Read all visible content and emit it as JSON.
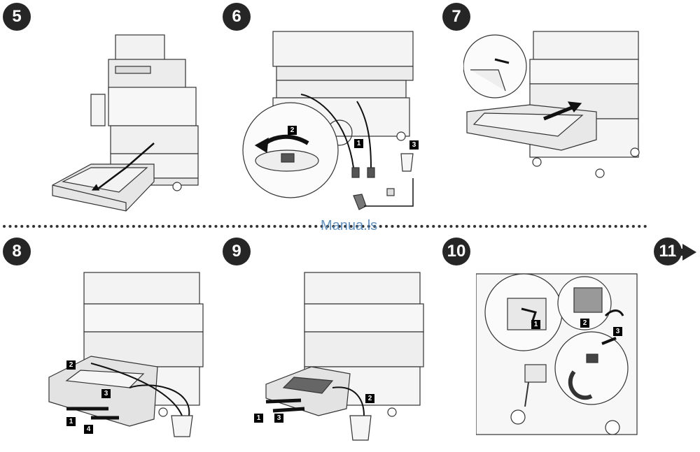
{
  "steps": [
    {
      "number": "5"
    },
    {
      "number": "6",
      "callouts": [
        "1",
        "2",
        "3"
      ]
    },
    {
      "number": "7"
    },
    {
      "number": "8",
      "callouts": [
        "1",
        "2",
        "3",
        "4"
      ]
    },
    {
      "number": "9",
      "callouts": [
        "1",
        "2",
        "3"
      ]
    },
    {
      "number": "10",
      "callouts": [
        "1",
        "2",
        "3"
      ]
    },
    {
      "number": "11"
    }
  ],
  "watermark": "Manua.ls",
  "icons": {
    "next": "arrow-right-icon",
    "divider": "dotted-line"
  },
  "colors": {
    "step_bg": "#262626",
    "callout_bg": "#000000",
    "watermark": "#4a7fb5",
    "line_art": "#333333"
  }
}
